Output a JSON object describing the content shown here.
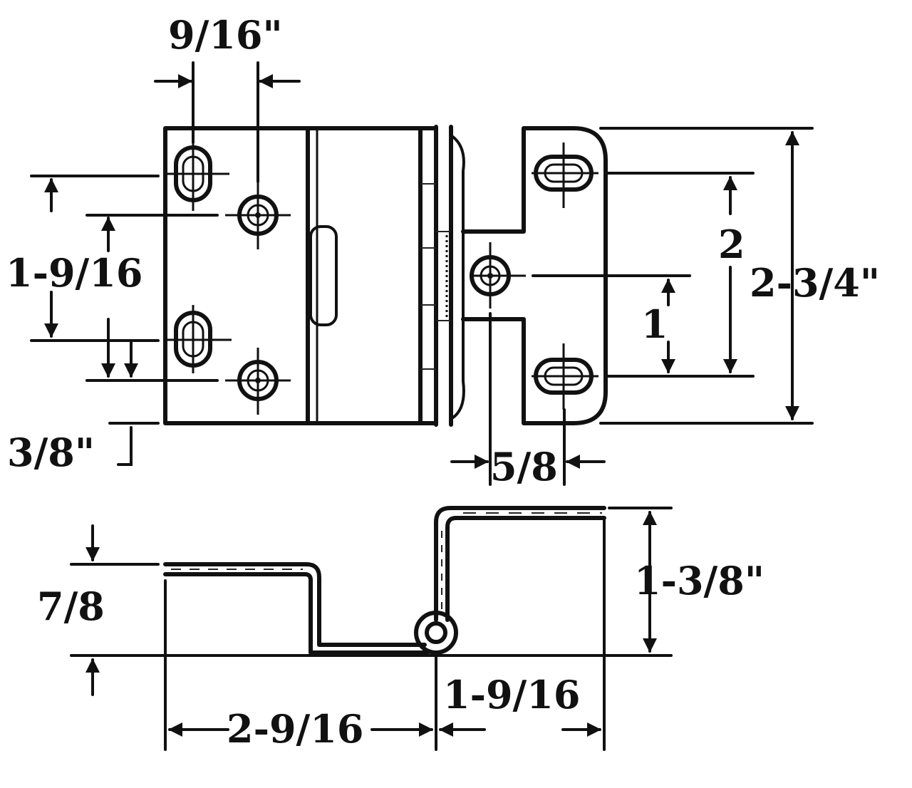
{
  "top_view": {
    "slot_spacing": "9/16\"",
    "left_hole_spacing": "1-9/16",
    "edge_offset": "3/8\"",
    "right_hole_offset": "5/8",
    "center_to_slot": "1",
    "slot_spacing_right": "2",
    "overall_height": "2-3/4\""
  },
  "side_view": {
    "left_leaf_height": "7/8",
    "right_leaf_height": "1-3/8\"",
    "left_width": "2-9/16",
    "right_width": "1-9/16"
  }
}
